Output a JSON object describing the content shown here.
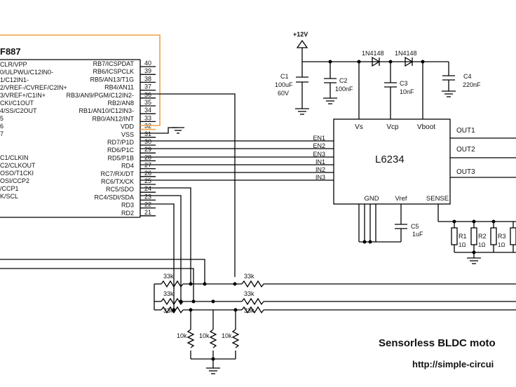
{
  "mcu": {
    "name": "F887",
    "left_pins": [
      "CLR/VPP",
      "0/ULPWU/C12IN0-",
      "1/C12IN1-",
      "2/VREF-/CVREF/C2IN+",
      "3/VREF+/C1IN+",
      "CKI/C1OUT",
      "4/SS/C2OUT",
      "5",
      "6",
      "7",
      "C1/CLKIN",
      "C2/CLKOUT",
      "OSO/T1CKI",
      "OSI/CCP2",
      "/CCP1",
      "K/SCL"
    ],
    "right_pins": [
      {
        "label": "RB7/ICSPDAT",
        "num": "40"
      },
      {
        "label": "RB6/ICSPCLK",
        "num": "39"
      },
      {
        "label": "RB5/AN13/T1G",
        "num": "38"
      },
      {
        "label": "RB4/AN11",
        "num": "37"
      },
      {
        "label": "RB3/AN9/PGM/C12IN2-",
        "num": "36"
      },
      {
        "label": "RB2/AN8",
        "num": "35"
      },
      {
        "label": "RB1/AN10/C12IN3-",
        "num": "34"
      },
      {
        "label": "RB0/AN12/INT",
        "num": "33"
      },
      {
        "label": "VDD",
        "num": "32"
      },
      {
        "label": "VSS",
        "num": "31"
      },
      {
        "label": "RD7/P1D",
        "num": "30"
      },
      {
        "label": "RD6/P1C",
        "num": "29"
      },
      {
        "label": "RD5/P1B",
        "num": "28"
      },
      {
        "label": "RD4",
        "num": "27"
      },
      {
        "label": "RC7/RX/DT",
        "num": "26"
      },
      {
        "label": "RC6/TX/CK",
        "num": "25"
      },
      {
        "label": "RC5/SDO",
        "num": "24"
      },
      {
        "label": "RC4/SDI/SDA",
        "num": "23"
      },
      {
        "label": "RD3",
        "num": "22"
      },
      {
        "label": "RD2",
        "num": "21"
      }
    ],
    "vdd_color": "#f0a040"
  },
  "driver": {
    "name": "L6234",
    "top_pins": [
      "Vs",
      "Vcp",
      "Vboot"
    ],
    "left_pins": [
      "EN1",
      "EN2",
      "EN3",
      "IN1",
      "IN2",
      "IN3"
    ],
    "right_pins": [
      "OUT1",
      "OUT2",
      "OUT3"
    ],
    "bottom_pins": [
      "GND",
      "Vref",
      "SENSE"
    ]
  },
  "supply": {
    "label": "+12V",
    "color": "#e02020"
  },
  "components": {
    "c1": {
      "ref": "C1",
      "value": "100uF",
      "rating": "60V"
    },
    "c2": {
      "ref": "C2",
      "value": "100nF"
    },
    "c3": {
      "ref": "C3",
      "value": "10nF"
    },
    "c4": {
      "ref": "C4",
      "value": "220nF"
    },
    "c5": {
      "ref": "C5",
      "value": "1uF"
    },
    "d1": {
      "ref": "1N4148"
    },
    "d2": {
      "ref": "1N4148"
    },
    "r1": {
      "ref": "R1",
      "value": "1Ω"
    },
    "r2": {
      "ref": "R2",
      "value": "1Ω"
    },
    "r3": {
      "ref": "R3",
      "value": "1Ω"
    },
    "div_left": [
      "33k",
      "33k",
      "33k"
    ],
    "div_right": [
      "33k",
      "33k",
      "33k"
    ],
    "div_bottom": [
      "10k",
      "10k",
      "10k"
    ]
  },
  "caption": {
    "title": "Sensorless BLDC moto",
    "url": "http://simple-circui"
  }
}
